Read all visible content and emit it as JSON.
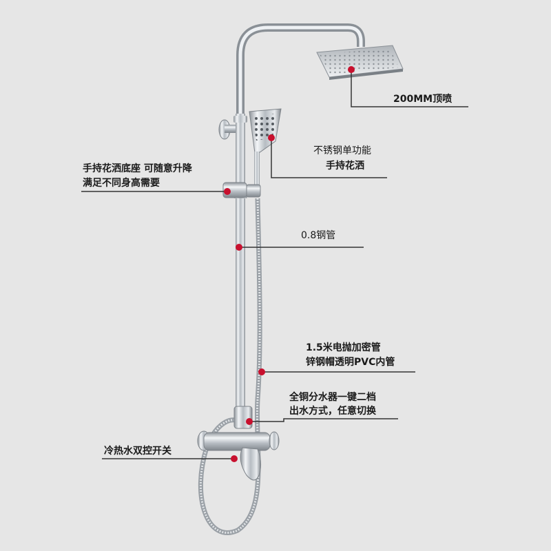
{
  "colors": {
    "background": "#e6e6e6",
    "line": "#333333",
    "marker": "#c8102e",
    "chrome": "#b9bec3"
  },
  "callouts": {
    "top_spray": "200MM顶喷",
    "hand_shower_line1": "不锈钢单功能",
    "hand_shower_line2": "手持花洒",
    "holder_line1": "手持花洒底座 可随意升降",
    "holder_line2": "满足不同身高需要",
    "pipe": "0.8钢管",
    "hose_line1": "1.5米电抛加密管",
    "hose_line2": "锌钢帽透明PVC内管",
    "diverter_line1": "全铜分水器一键二档",
    "diverter_line2": "出水方式，任意切换",
    "mixer": "冷热水双控开关"
  }
}
